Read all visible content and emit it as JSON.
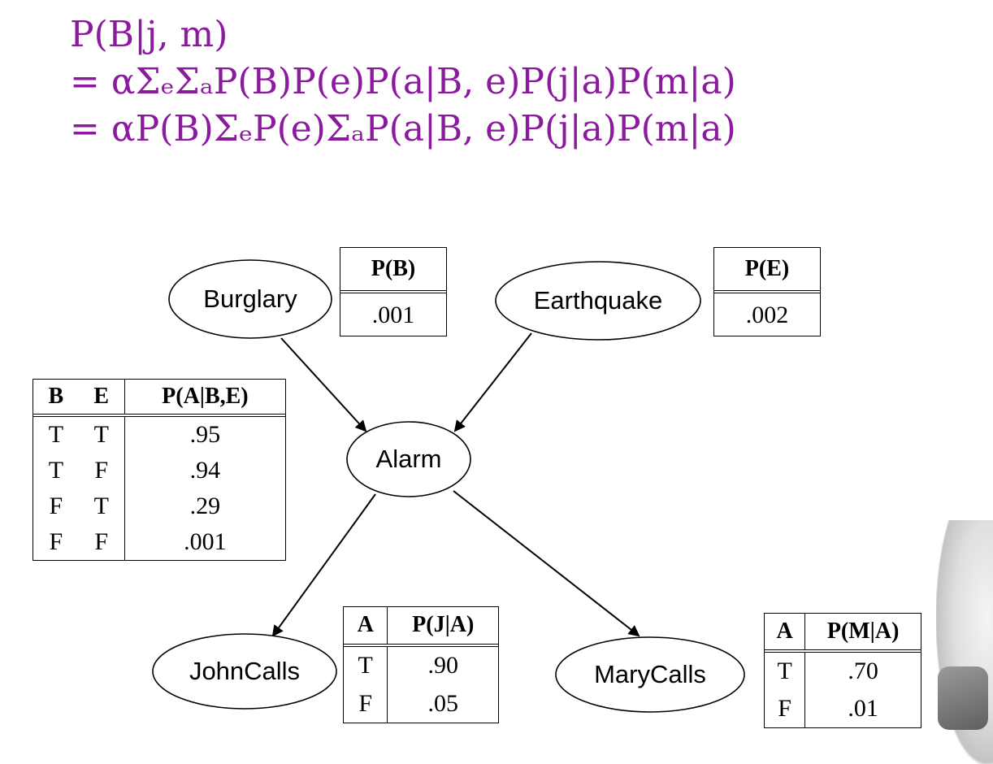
{
  "formula": {
    "line1": "P(B|j, m)",
    "line2": "= αΣₑΣₐP(B)P(e)P(a|B, e)P(j|a)P(m|a)",
    "line3": "= αP(B)ΣₑP(e)ΣₐP(a|B, e)P(j|a)P(m|a)"
  },
  "nodes": {
    "burglary": "Burglary",
    "earthquake": "Earthquake",
    "alarm": "Alarm",
    "johncalls": "JohnCalls",
    "marycalls": "MaryCalls"
  },
  "tables": {
    "pb": {
      "header": "P(B)",
      "value": ".001"
    },
    "pe": {
      "header": "P(E)",
      "value": ".002"
    },
    "pa": {
      "headers": [
        "B",
        "E",
        "P(A|B,E)"
      ],
      "rows": [
        [
          "T",
          "T",
          ".95"
        ],
        [
          "T",
          "F",
          ".94"
        ],
        [
          "F",
          "T",
          ".29"
        ],
        [
          "F",
          "F",
          ".001"
        ]
      ]
    },
    "pj": {
      "headers": [
        "A",
        "P(J|A)"
      ],
      "rows": [
        [
          "T",
          ".90"
        ],
        [
          "F",
          ".05"
        ]
      ]
    },
    "pm": {
      "headers": [
        "A",
        "P(M|A)"
      ],
      "rows": [
        [
          "T",
          ".70"
        ],
        [
          "F",
          ".01"
        ]
      ]
    }
  },
  "colors": {
    "formula": "#8b1a9e",
    "lines": "#000000"
  }
}
